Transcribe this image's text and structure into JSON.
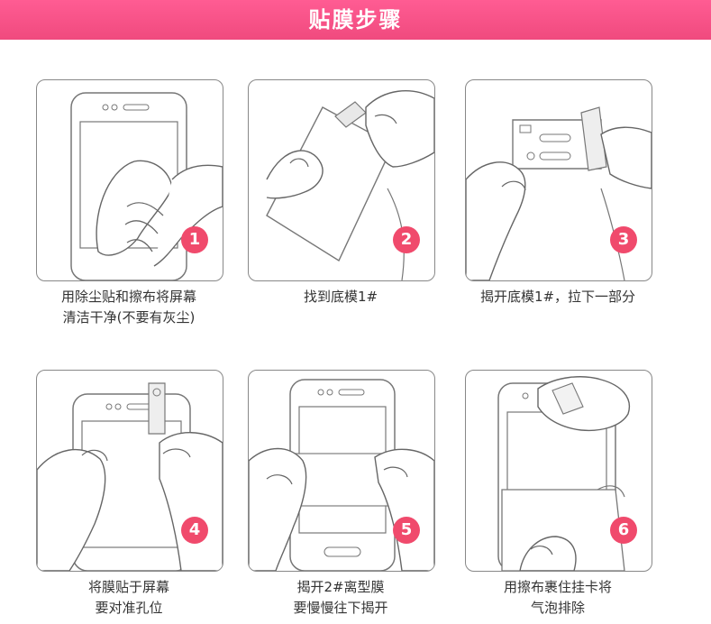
{
  "header": {
    "title": "贴膜步骤"
  },
  "steps": [
    {
      "num": "1",
      "lines": [
        "用除尘贴和擦布将屏幕",
        "清洁干净(不要有灰尘)"
      ]
    },
    {
      "num": "2",
      "lines": [
        "找到底模1#",
        ""
      ]
    },
    {
      "num": "3",
      "lines": [
        "揭开底模1#，拉下一部分",
        ""
      ]
    },
    {
      "num": "4",
      "lines": [
        "将膜贴于屏幕",
        "要对准孔位"
      ]
    },
    {
      "num": "5",
      "lines": [
        "揭开2#离型膜",
        "要慢慢往下揭开"
      ]
    },
    {
      "num": "6",
      "lines": [
        "用擦布裹住挂卡将",
        "气泡排除"
      ]
    }
  ]
}
